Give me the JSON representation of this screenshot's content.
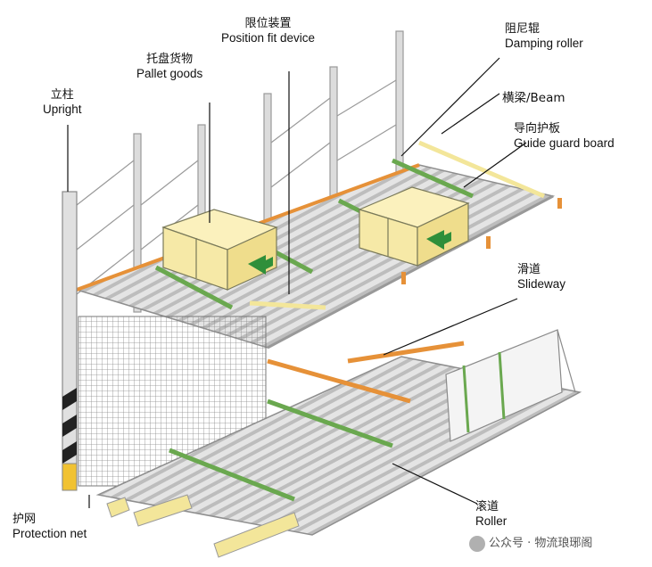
{
  "labels": {
    "upright": {
      "zh": "立柱",
      "en": "Upright"
    },
    "pallet_goods": {
      "zh": "托盘货物",
      "en": "Pallet goods"
    },
    "position_fit": {
      "zh": "限位装置",
      "en": "Position fit device"
    },
    "damping_roller": {
      "zh": "阻尼辊",
      "en": "Damping roller"
    },
    "beam": {
      "text": "横梁/Beam"
    },
    "guide_guard": {
      "zh": "导向护板",
      "en": "Guide guard board"
    },
    "slideway": {
      "zh": "滑道",
      "en": "Slideway"
    },
    "roller": {
      "zh": "滚道",
      "en": "Roller"
    },
    "protection_net": {
      "zh": "护网",
      "en": "Protection net"
    }
  },
  "watermark": {
    "text": "公众号 · 物流琅琊阁"
  },
  "colors": {
    "frame": "#b9b9b9",
    "roller": "#d9d9d9",
    "green": "#6aa84f",
    "orange": "#e69138",
    "box": "#f6e9a7",
    "yellow": "#f3e69a",
    "arrow": "#2f8f3a"
  }
}
